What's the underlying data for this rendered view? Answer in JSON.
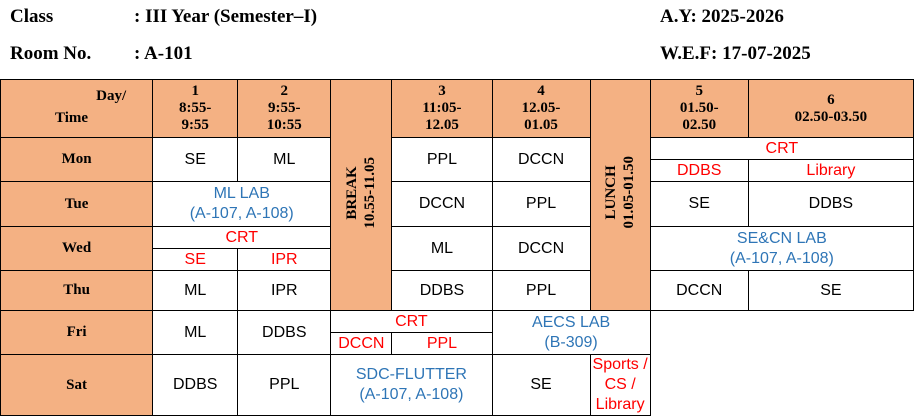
{
  "header": {
    "class_label": "Class",
    "class_value": ": III  Year (Semester–I)",
    "room_label": "Room No.",
    "room_value": ":  A-101",
    "ay": "A.Y:  2025-2026",
    "wef": "W.E.F: 17-07-2025"
  },
  "corner": {
    "day": "Day/",
    "time": "Time"
  },
  "periods": [
    {
      "num": "1",
      "t1": "8:55-",
      "t2": "9:55"
    },
    {
      "num": "2",
      "t1": "9:55-",
      "t2": "10:55"
    },
    {
      "num": "3",
      "t1": "11:05-",
      "t2": "12.05"
    },
    {
      "num": "4",
      "t1": "12.05-",
      "t2": "01.05"
    },
    {
      "num": "5",
      "t1": "01.50-",
      "t2": "02.50"
    },
    {
      "num": "6",
      "t1": "02.50-03.50",
      "t2": ""
    }
  ],
  "break": {
    "label": "BREAK",
    "time": "10.55-11.05"
  },
  "lunch": {
    "label": "LUNCH",
    "time": "01.05-01.50"
  },
  "days": [
    "Mon",
    "Tue",
    "Wed",
    "Thu",
    "Fri",
    "Sat"
  ],
  "mon": {
    "p1": "SE",
    "p2": "ML",
    "p3": "PPL",
    "p4": "DCCN",
    "crt": "CRT",
    "p5": "DDBS",
    "p6": "Library"
  },
  "tue": {
    "lab_l1": "ML LAB",
    "lab_l2": "(A-107, A-108)",
    "p3": "DCCN",
    "p4": "PPL",
    "p5": "SE",
    "p6": "DDBS"
  },
  "wed": {
    "crt": "CRT",
    "p1": "SE",
    "p2": "IPR",
    "p3": "ML",
    "p4": "DCCN",
    "lab_l1": "SE&CN LAB",
    "lab_l2": "(A-107, A-108)"
  },
  "thu": {
    "p1": "ML",
    "p2": "IPR",
    "p3": "DDBS",
    "p4": "PPL",
    "p5": "DCCN",
    "p6": "SE"
  },
  "fri": {
    "p1": "ML",
    "p2": "DDBS",
    "crt": "CRT",
    "p3": "DCCN",
    "p4": "PPL",
    "lab_l1": "AECS LAB",
    "lab_l2": "(B-309)"
  },
  "sat": {
    "p1": "DDBS",
    "p2": "PPL",
    "lab_l1": "SDC-FLUTTER",
    "lab_l2": "(A-107, A-108)",
    "p5": "SE",
    "p6_l1": "Sports / CS /",
    "p6_l2": "Library"
  },
  "colors": {
    "header_fill": "#f4b183",
    "lab_text": "#2e75b6",
    "crt_text": "#ff0000"
  }
}
